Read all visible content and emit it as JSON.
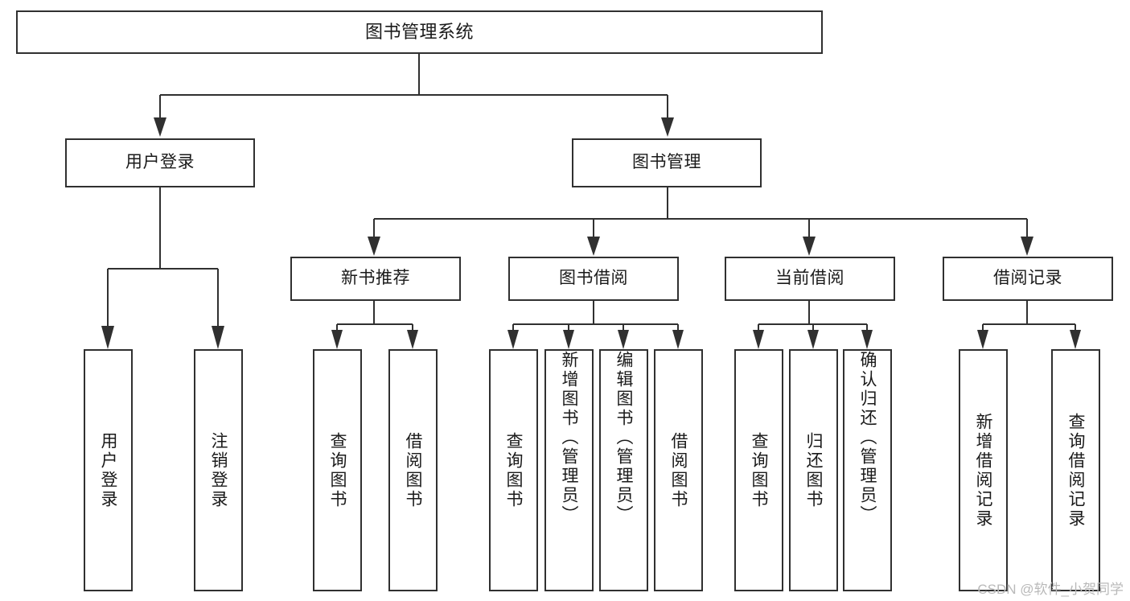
{
  "diagram": {
    "title": "图书管理系统",
    "type": "tree-hierarchy",
    "orientation": "top-down",
    "colors": {
      "stroke": "#303030",
      "box_fill": "#ffffff",
      "text": "#1a1a1a",
      "background": "#ffffff",
      "watermark": "#b9b9b9"
    }
  },
  "root": {
    "label": "图书管理系统"
  },
  "level1": [
    {
      "label": "用户登录"
    },
    {
      "label": "图书管理"
    }
  ],
  "level2": [
    {
      "label": "新书推荐"
    },
    {
      "label": "图书借阅"
    },
    {
      "label": "当前借阅"
    },
    {
      "label": "借阅记录"
    }
  ],
  "leaves": {
    "user_login": [
      {
        "label": "用户登录"
      },
      {
        "label": "注销登录"
      }
    ],
    "new_book_recommend": [
      {
        "label": "查询图书"
      },
      {
        "label": "借阅图书"
      }
    ],
    "book_borrow": [
      {
        "label": "查询图书"
      },
      {
        "label": "新增图书（管理员）"
      },
      {
        "label": "编辑图书（管理员）"
      },
      {
        "label": "借阅图书"
      }
    ],
    "current_borrow": [
      {
        "label": "查询图书"
      },
      {
        "label": "归还图书"
      },
      {
        "label": "确认归还（管理员）"
      }
    ],
    "borrow_record": [
      {
        "label": "新增借阅记录"
      },
      {
        "label": "查询借阅记录"
      }
    ]
  },
  "watermark": {
    "text": "CSDN @软件_小贺同学"
  }
}
